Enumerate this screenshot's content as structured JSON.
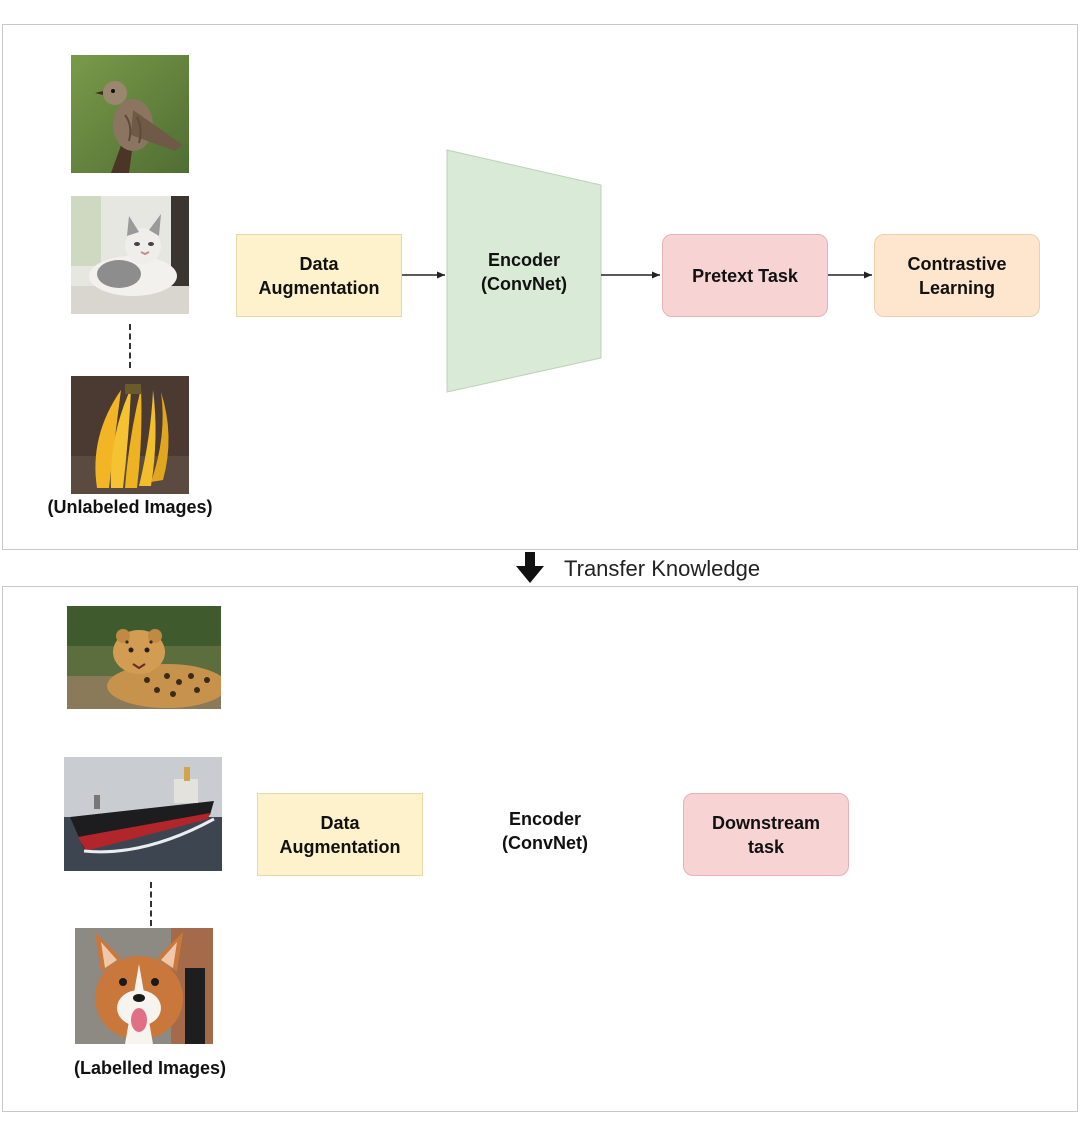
{
  "top": {
    "caption": "(Unlabeled Images)",
    "images": [
      {
        "icon": "bird-photo-icon"
      },
      {
        "icon": "cat-photo-icon"
      },
      {
        "icon": "banana-photo-icon"
      }
    ],
    "augmentation_label": "Data\nAugmentation",
    "encoder_label": "Encoder\n(ConvNet)",
    "pretext_label": "Pretext Task",
    "contrastive_label": "Contrastive\nLearning"
  },
  "transfer": {
    "label": "Transfer Knowledge"
  },
  "bottom": {
    "caption": "(Labelled Images)",
    "images": [
      {
        "icon": "leopard-photo-icon"
      },
      {
        "icon": "ship-photo-icon"
      },
      {
        "icon": "corgi-photo-icon"
      }
    ],
    "augmentation_label": "Data\nAugmentation",
    "encoder_label": "Encoder\n(ConvNet)",
    "downstream_label": "Downstream\ntask"
  },
  "colors": {
    "augmentation": "#fdf2cc",
    "encoder": "#d9ebd6",
    "pretext": "#f8d3d4",
    "contrastive": "#fde6cd",
    "downstream": "#f8d3d4"
  }
}
